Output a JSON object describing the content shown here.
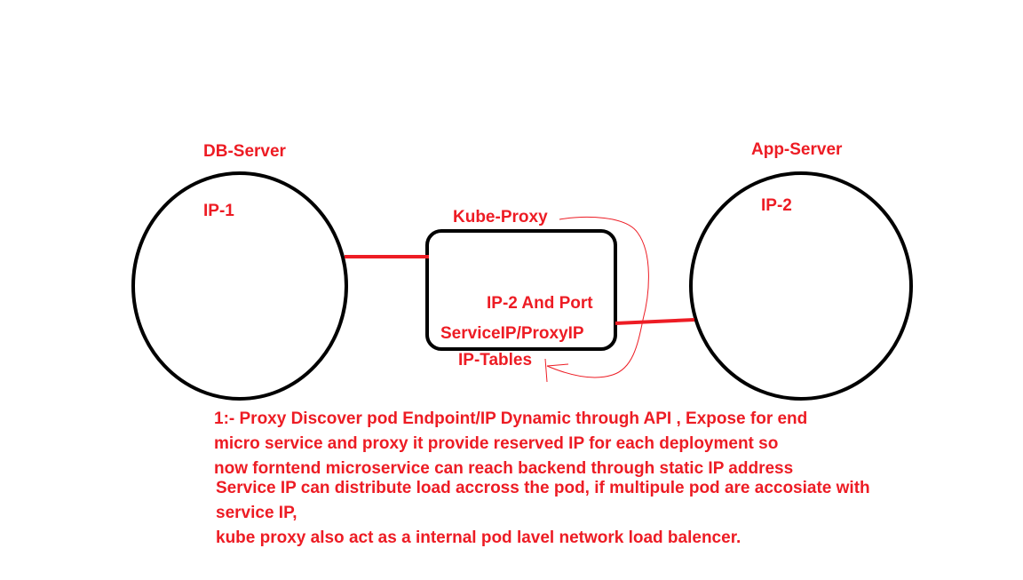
{
  "diagram": {
    "db_server": {
      "title": "DB-Server",
      "ip": "IP-1"
    },
    "app_server": {
      "title": "App-Server",
      "ip": "IP-2"
    },
    "kube_proxy": {
      "title": "Kube-Proxy",
      "line1": "IP-2 And Port",
      "line2": "ServiceIP/ProxyIP",
      "below": "IP-Tables"
    },
    "notes": {
      "block1": [
        "1:- Proxy Discover pod Endpoint/IP Dynamic through API , Expose for end",
        "micro service and proxy it provide reserved IP for each deployment so",
        "now forntend microservice can reach backend through static IP address"
      ],
      "block2": [
        "Service IP can distribute load accross the pod, if multipule pod are accosiate with",
        "service IP,",
        "kube proxy also act as a internal pod lavel network load balencer."
      ]
    },
    "colors": {
      "stroke": "#000000",
      "accent": "#ed1c24"
    }
  }
}
